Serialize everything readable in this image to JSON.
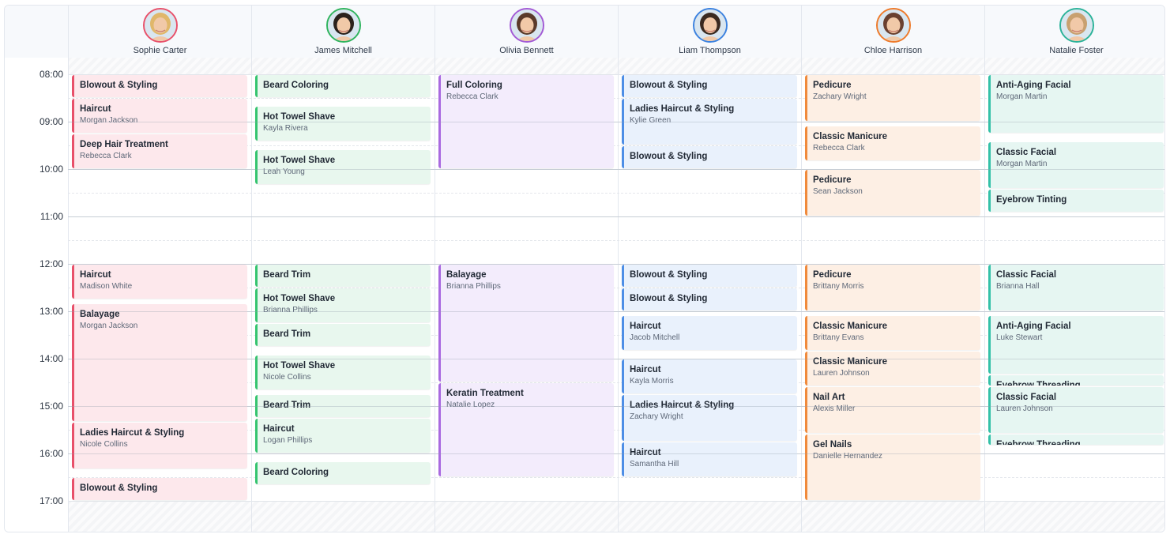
{
  "time_labels": [
    "08:00",
    "09:00",
    "10:00",
    "11:00",
    "12:00",
    "13:00",
    "14:00",
    "15:00",
    "16:00",
    "17:00"
  ],
  "staff": [
    {
      "name": "Sophie Carter",
      "color": "#e8506a",
      "bg": "#fde8ec",
      "ring": "#e8506a",
      "hair": "#e0b76a",
      "appointments": [
        {
          "title": "Blowout & Styling",
          "client": "",
          "start": "08:00",
          "end": "08:30"
        },
        {
          "title": "Haircut",
          "client": "Morgan Jackson",
          "start": "08:30",
          "end": "09:15"
        },
        {
          "title": "Deep Hair Treatment",
          "client": "Rebecca Clark",
          "start": "09:15",
          "end": "10:00"
        },
        {
          "title": "Haircut",
          "client": "Madison White",
          "start": "12:00",
          "end": "12:45"
        },
        {
          "title": "Balayage",
          "client": "Morgan Jackson",
          "start": "12:50",
          "end": "15:20"
        },
        {
          "title": "Ladies Haircut & Styling",
          "client": "Nicole Collins",
          "start": "15:20",
          "end": "16:20"
        },
        {
          "title": "Blowout & Styling",
          "client": "",
          "start": "16:30",
          "end": "17:00"
        }
      ]
    },
    {
      "name": "James Mitchell",
      "color": "#35c46f",
      "bg": "#e8f7ee",
      "ring": "#2fb45e",
      "hair": "#2a211c",
      "appointments": [
        {
          "title": "Beard Coloring",
          "client": "",
          "start": "08:00",
          "end": "08:30"
        },
        {
          "title": "Hot Towel Shave",
          "client": "Kayla Rivera",
          "start": "08:40",
          "end": "09:25"
        },
        {
          "title": "Hot Towel Shave",
          "client": "Leah Young",
          "start": "09:35",
          "end": "10:20"
        },
        {
          "title": "Beard Trim",
          "client": "",
          "start": "12:00",
          "end": "12:30"
        },
        {
          "title": "Hot Towel Shave",
          "client": "Brianna Phillips",
          "start": "12:30",
          "end": "13:15"
        },
        {
          "title": "Beard Trim",
          "client": "",
          "start": "13:15",
          "end": "13:45"
        },
        {
          "title": "Hot Towel Shave",
          "client": "Nicole Collins",
          "start": "13:55",
          "end": "14:40"
        },
        {
          "title": "Beard Trim",
          "client": "",
          "start": "14:45",
          "end": "15:15"
        },
        {
          "title": "Haircut",
          "client": "Logan Phillips",
          "start": "15:15",
          "end": "16:00"
        },
        {
          "title": "Beard Coloring",
          "client": "",
          "start": "16:10",
          "end": "16:40"
        }
      ]
    },
    {
      "name": "Olivia Bennett",
      "color": "#a96ae0",
      "bg": "#f3ecfc",
      "ring": "#a25ad6",
      "hair": "#5a3a2a",
      "appointments": [
        {
          "title": "Full Coloring",
          "client": "Rebecca Clark",
          "start": "08:00",
          "end": "10:00"
        },
        {
          "title": "Balayage",
          "client": "Brianna Phillips",
          "start": "12:00",
          "end": "14:30"
        },
        {
          "title": "Keratin Treatment",
          "client": "Natalie Lopez",
          "start": "14:30",
          "end": "16:30"
        }
      ]
    },
    {
      "name": "Liam Thompson",
      "color": "#4d8ee6",
      "bg": "#e9f1fc",
      "ring": "#3b82e0",
      "hair": "#3a2a20",
      "appointments": [
        {
          "title": "Blowout & Styling",
          "client": "",
          "start": "08:00",
          "end": "08:30"
        },
        {
          "title": "Ladies Haircut & Styling",
          "client": "Kylie Green",
          "start": "08:30",
          "end": "09:30"
        },
        {
          "title": "Blowout & Styling",
          "client": "",
          "start": "09:30",
          "end": "10:00"
        },
        {
          "title": "Blowout & Styling",
          "client": "",
          "start": "12:00",
          "end": "12:30"
        },
        {
          "title": "Blowout & Styling",
          "client": "",
          "start": "12:30",
          "end": "13:00"
        },
        {
          "title": "Haircut",
          "client": "Jacob Mitchell",
          "start": "13:05",
          "end": "13:50"
        },
        {
          "title": "Haircut",
          "client": "Kayla Morris",
          "start": "14:00",
          "end": "14:45"
        },
        {
          "title": "Ladies Haircut & Styling",
          "client": "Zachary Wright",
          "start": "14:45",
          "end": "15:45"
        },
        {
          "title": "Haircut",
          "client": "Samantha Hill",
          "start": "15:45",
          "end": "16:30"
        }
      ]
    },
    {
      "name": "Chloe Harrison",
      "color": "#f08a3c",
      "bg": "#fdefe4",
      "ring": "#ee7a2a",
      "hair": "#6a4030",
      "appointments": [
        {
          "title": "Pedicure",
          "client": "Zachary Wright",
          "start": "08:00",
          "end": "09:00"
        },
        {
          "title": "Classic Manicure",
          "client": "Rebecca Clark",
          "start": "09:05",
          "end": "09:50"
        },
        {
          "title": "Pedicure",
          "client": "Sean Jackson",
          "start": "10:00",
          "end": "11:00"
        },
        {
          "title": "Pedicure",
          "client": "Brittany Morris",
          "start": "12:00",
          "end": "13:00"
        },
        {
          "title": "Classic Manicure",
          "client": "Brittany Evans",
          "start": "13:05",
          "end": "13:50"
        },
        {
          "title": "Classic Manicure",
          "client": "Lauren Johnson",
          "start": "13:50",
          "end": "14:35"
        },
        {
          "title": "Nail Art",
          "client": "Alexis Miller",
          "start": "14:35",
          "end": "15:35"
        },
        {
          "title": "Gel Nails",
          "client": "Danielle Hernandez",
          "start": "15:35",
          "end": "17:00"
        }
      ]
    },
    {
      "name": "Natalie Foster",
      "color": "#33c1a8",
      "bg": "#e6f6f2",
      "ring": "#2bb39a",
      "hair": "#c8a070",
      "appointments": [
        {
          "title": "Anti-Aging Facial",
          "client": "Morgan Martin",
          "start": "08:00",
          "end": "09:15"
        },
        {
          "title": "Classic Facial",
          "client": "Morgan Martin",
          "start": "09:25",
          "end": "10:25"
        },
        {
          "title": "Eyebrow Tinting",
          "client": "",
          "start": "10:25",
          "end": "10:55"
        },
        {
          "title": "Classic Facial",
          "client": "Brianna Hall",
          "start": "12:00",
          "end": "13:00"
        },
        {
          "title": "Anti-Aging Facial",
          "client": "Luke Stewart",
          "start": "13:05",
          "end": "14:20"
        },
        {
          "title": "Eyebrow Threading",
          "client": "",
          "start": "14:20",
          "end": "14:35"
        },
        {
          "title": "Classic Facial",
          "client": "Lauren Johnson",
          "start": "14:35",
          "end": "15:35"
        },
        {
          "title": "Eyebrow Threading",
          "client": "",
          "start": "15:35",
          "end": "15:50"
        }
      ]
    }
  ]
}
